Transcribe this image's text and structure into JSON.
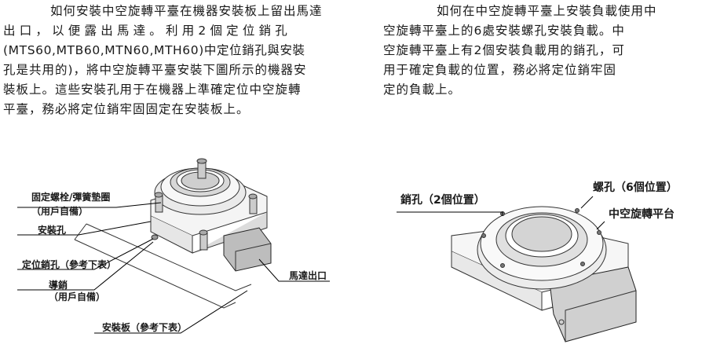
{
  "left_text": {
    "lines": [
      "如何安裝中空旋轉平臺在機器安裝板上留出馬達",
      "出口，以便露出馬達。利用2個定位銷孔",
      "(MTS60,MTB60,MTN60,MTH60)中定位銷孔與安裝",
      "孔是共用的)，將中空旋轉平臺安裝下圖所示的機器安",
      "裝板上。這些安裝孔用于在機器上準確定位中空旋轉",
      "平臺，務必將定位銷牢固固定在安裝板上。"
    ]
  },
  "right_text": {
    "lines": [
      "如何在中空旋轉平臺上安裝負載使用中",
      "空旋轉平臺上的6處安裝螺孔安裝負載。中",
      "空旋轉平臺上有2個安裝負載用的銷孔，可",
      "用于確定負載的位置，務必將定位銷牢固",
      "定的負載上。"
    ]
  },
  "left_figure": {
    "labels": {
      "bolt": "固定螺栓/彈簧墊圈",
      "bolt_note": "（用戶自備）",
      "mount_hole": "安裝孔",
      "pin_hole": "定位銷孔（參考下表）",
      "guide_pin": "導銷",
      "guide_pin_note": "（用戶自備）",
      "motor_outlet": "馬達出口",
      "mount_plate": "安裝板（參考下表）"
    }
  },
  "right_figure": {
    "labels": {
      "pin_hole": "銷孔（2個位置）",
      "screw_hole": "螺孔（6個位置）",
      "platform": "中空旋轉平台"
    }
  }
}
